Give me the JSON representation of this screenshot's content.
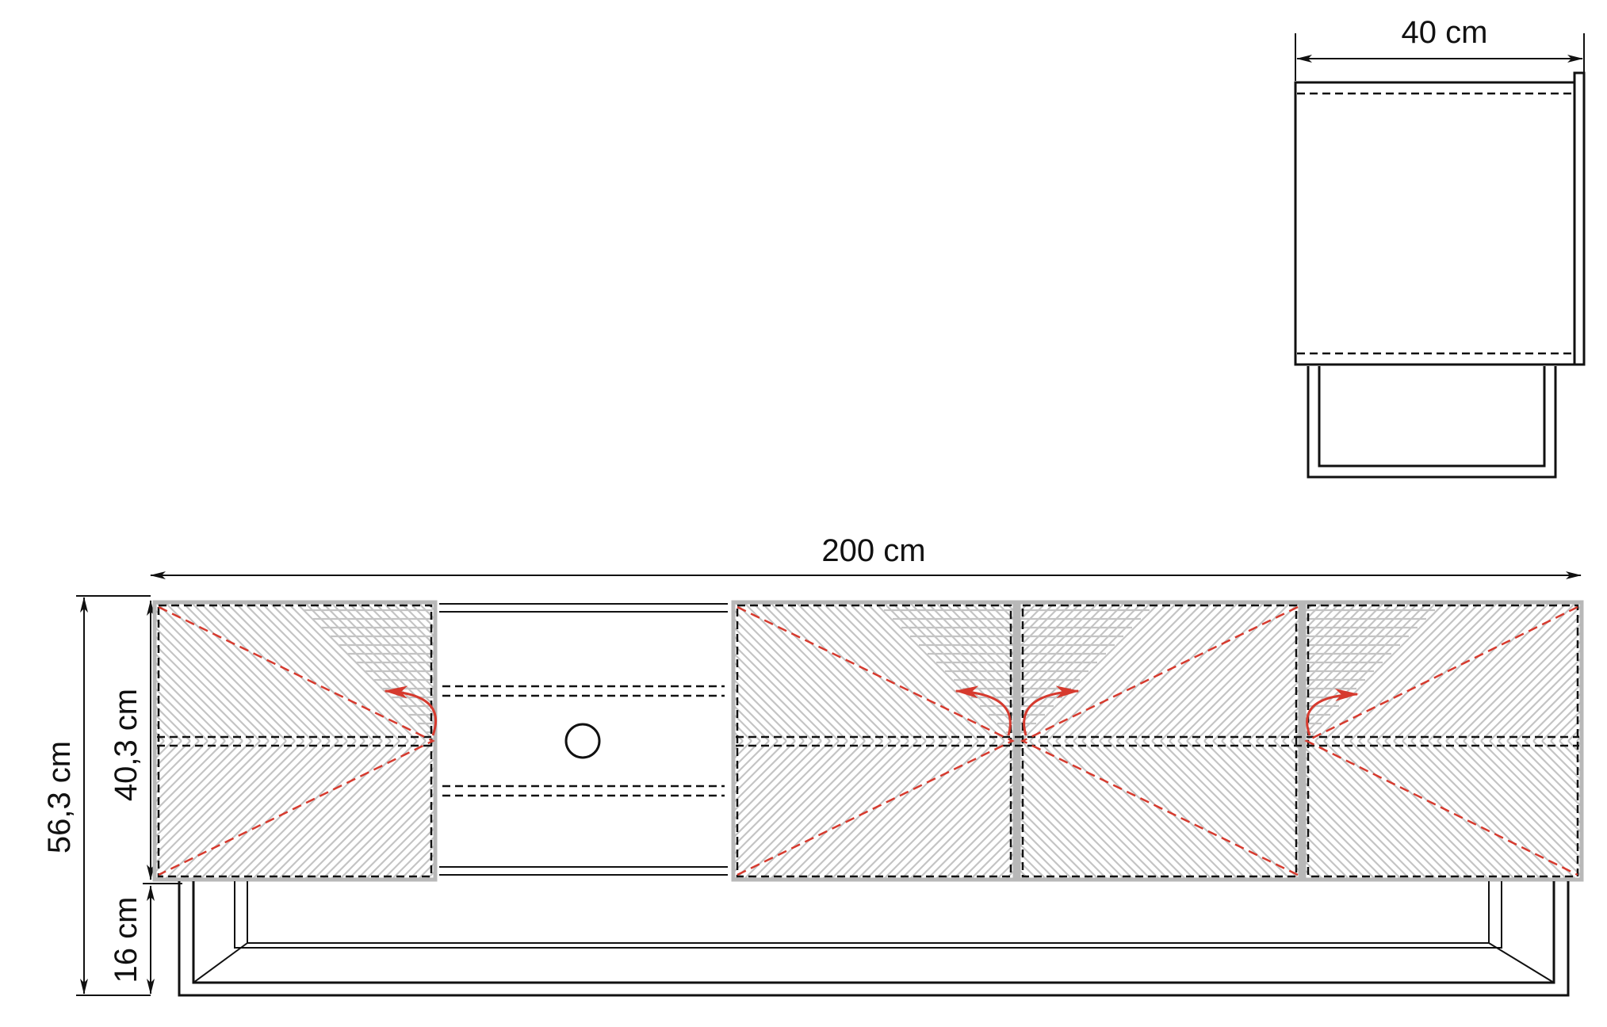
{
  "dimensions": {
    "width_label": "200 cm",
    "depth_label": "40 cm",
    "total_height_label": "56,3 cm",
    "body_height_label": "40,3 cm",
    "leg_height_label": "16 cm"
  },
  "colors": {
    "line": "#111111",
    "panel_outline": "#b8b8b8",
    "hatch": "#c4c4c4",
    "opening_indicator": "#d63a2e"
  },
  "front_view": {
    "doors": [
      {
        "name": "left-door",
        "hinge": "left"
      },
      {
        "name": "center-left-door",
        "hinge": "left"
      },
      {
        "name": "center-right-door",
        "hinge": "right"
      },
      {
        "name": "right-door",
        "hinge": "right"
      }
    ],
    "open_compartment": {
      "shelves": 2,
      "cable_hole": true
    }
  },
  "side_view": {
    "legs": "frame"
  }
}
